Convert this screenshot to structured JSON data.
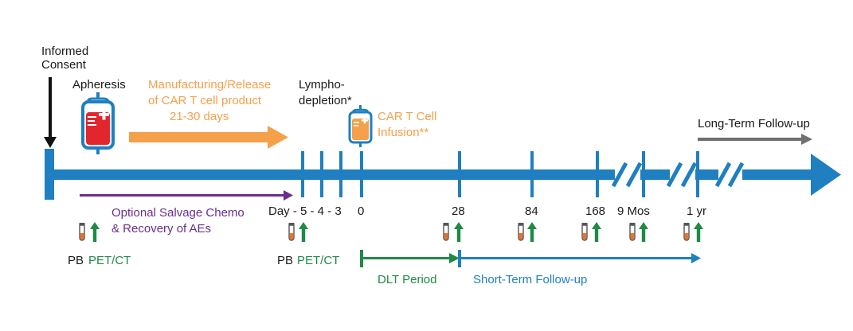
{
  "colors": {
    "timeline_blue": "#1f7fc1",
    "manufacturing_orange": "#f5a04a",
    "salvage_purple": "#6a2d8f",
    "dlt_green": "#1f8a45",
    "followup_grey": "#707070",
    "consent_black": "#111111",
    "blood_red": "#e3262d"
  },
  "labels": {
    "informed_consent_line1": "Informed",
    "informed_consent_line2": "Consent",
    "apheresis": "Apheresis",
    "manufacturing_line1": "Manufacturing/Release",
    "manufacturing_line2": "of CAR T cell product",
    "manufacturing_line3": "21-30 days",
    "lymphodepletion_line1": "Lympho-",
    "lymphodepletion_line2": "depletion*",
    "infusion_line1": "CAR T Cell",
    "infusion_line2": "Infusion**",
    "long_term": "Long-Term Follow-up",
    "salvage_line1": "Optional Salvage Chemo",
    "salvage_line2": "& Recovery of AEs",
    "dlt_period": "DLT Period",
    "short_term": "Short-Term Follow-up",
    "pb_1": "PB",
    "petct_1": "PET/CT",
    "pb_2": "PB",
    "petct_2": "PET/CT"
  },
  "ticks": {
    "day_minus": "Day - 5 - 4 - 3",
    "d0": "0",
    "d28": "28",
    "d84": "84",
    "d168": "168",
    "m9": "9 Mos",
    "y1": "1 yr"
  },
  "icons": {
    "blood_bag": "blood-bag-icon",
    "infusion_bag": "infusion-bag-icon",
    "test_tube": "blood-tube-icon",
    "up_arrow": "pet-ct-arrow-icon"
  }
}
